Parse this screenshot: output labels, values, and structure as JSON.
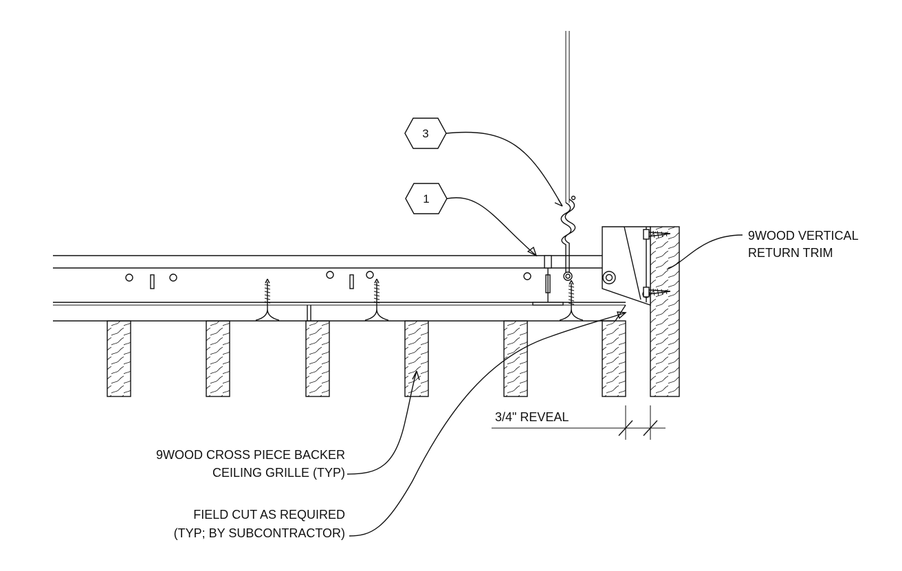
{
  "tags": [
    {
      "id": "3"
    },
    {
      "id": "1"
    }
  ],
  "labels": {
    "vertical_return_trim": [
      "9WOOD VERTICAL",
      "RETURN TRIM"
    ],
    "cross_piece_backer": [
      "9WOOD CROSS PIECE BACKER",
      "CEILING GRILLE (TYP)"
    ],
    "field_cut": [
      "FIELD CUT AS REQUIRED",
      "(TYP; BY SUBCONTRACTOR)"
    ],
    "reveal": "3/4\" REVEAL"
  }
}
